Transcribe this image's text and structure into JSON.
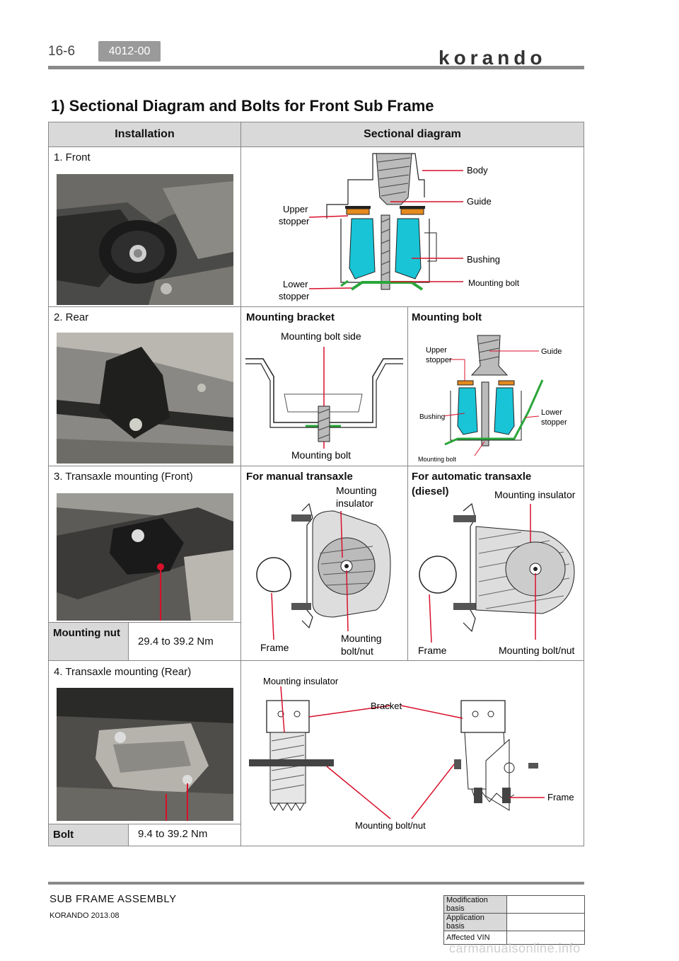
{
  "header": {
    "page_number": "16-6",
    "section_code": "4012-00",
    "brand": "korando"
  },
  "title": "1) Sectional Diagram and Bolts for Front Sub Frame",
  "table": {
    "col_installation": "Installation",
    "col_sectional": "Sectional diagram",
    "rows": {
      "front": {
        "label": "1. Front",
        "diagram_labels": {
          "body": "Body",
          "guide": "Guide",
          "upper_stopper_1": "Upper",
          "upper_stopper_2": "stopper",
          "bushing": "Bushing",
          "lower_stopper_1": "Lower",
          "lower_stopper_2": "stopper",
          "mounting_bolt": "Mounting bolt"
        }
      },
      "rear": {
        "label": "2. Rear",
        "bracket_heading": "Mounting bracket",
        "bolt_heading": "Mounting bolt",
        "bracket_labels": {
          "bolt_side": "Mounting bolt side",
          "mounting_bolt": "Mounting bolt"
        },
        "bolt_labels": {
          "upper_stopper_1": "Upper",
          "upper_stopper_2": "stopper",
          "guide": "Guide",
          "bushing": "Bushing",
          "lower_stopper_1": "Lower",
          "lower_stopper_2": "stopper",
          "mounting_bolt": "Mounting bolt"
        }
      },
      "transaxle_front": {
        "label": "3. Transaxle mounting (Front)",
        "manual_heading": "For manual transaxle",
        "auto_heading_1": "For automatic transaxle",
        "auto_heading_2": "(diesel)",
        "spec_label": "Mounting nut",
        "spec_value": "29.4 to 39.2 Nm",
        "manual_labels": {
          "insulator_1": "Mounting",
          "insulator_2": "insulator",
          "frame": "Frame",
          "bolt_nut_1": "Mounting",
          "bolt_nut_2": "bolt/nut"
        },
        "auto_labels": {
          "insulator": "Mounting insulator",
          "frame": "Frame",
          "bolt_nut": "Mounting bolt/nut"
        }
      },
      "transaxle_rear": {
        "label": "4. Transaxle mounting (Rear)",
        "spec_label": "Bolt",
        "spec_value": "9.4 to 39.2 Nm",
        "diagram_labels": {
          "insulator": "Mounting insulator",
          "bracket": "Bracket",
          "frame": "Frame",
          "bolt_nut": "Mounting bolt/nut"
        }
      }
    }
  },
  "footer": {
    "section_title": "SUB FRAME ASSEMBLY",
    "model": "KORANDO 2013.08",
    "basis": {
      "modification": "Modification basis",
      "application": "Application basis",
      "affected_vin": "Affected VIN"
    },
    "watermark": "carmanualsonline.info"
  },
  "colors": {
    "bushing_cyan": "#18c4d6",
    "stopper_orange": "#e58a1f",
    "lower_stopper_green": "#2aa63a",
    "callout_red": "#d8102a",
    "header_gray": "#d9d9d9"
  }
}
